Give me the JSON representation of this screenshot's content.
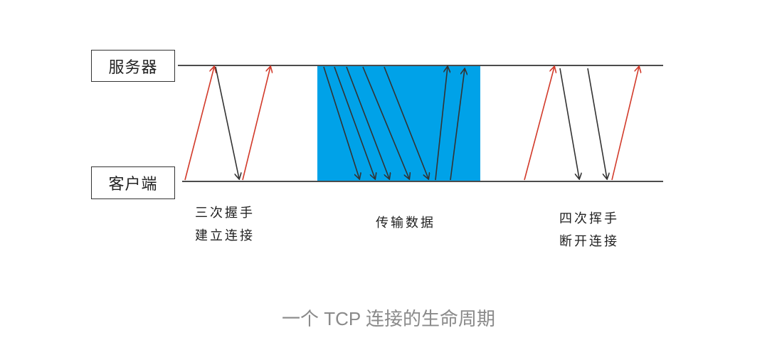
{
  "lanes": {
    "server": "服务器",
    "client": "客户端"
  },
  "phases": {
    "handshake": {
      "line1": "三次握手",
      "line2": "建立连接"
    },
    "transfer": {
      "line1": "传输数据"
    },
    "teardown": {
      "line1": "四次挥手",
      "line2": "断开连接"
    }
  },
  "caption": "一个 TCP 连接的生命周期",
  "colors": {
    "line": "#333333",
    "arrow_up": "#d23a2a",
    "arrow_down": "#333333",
    "transfer_fill": "#00a2e8",
    "caption": "#8a8a8a"
  }
}
